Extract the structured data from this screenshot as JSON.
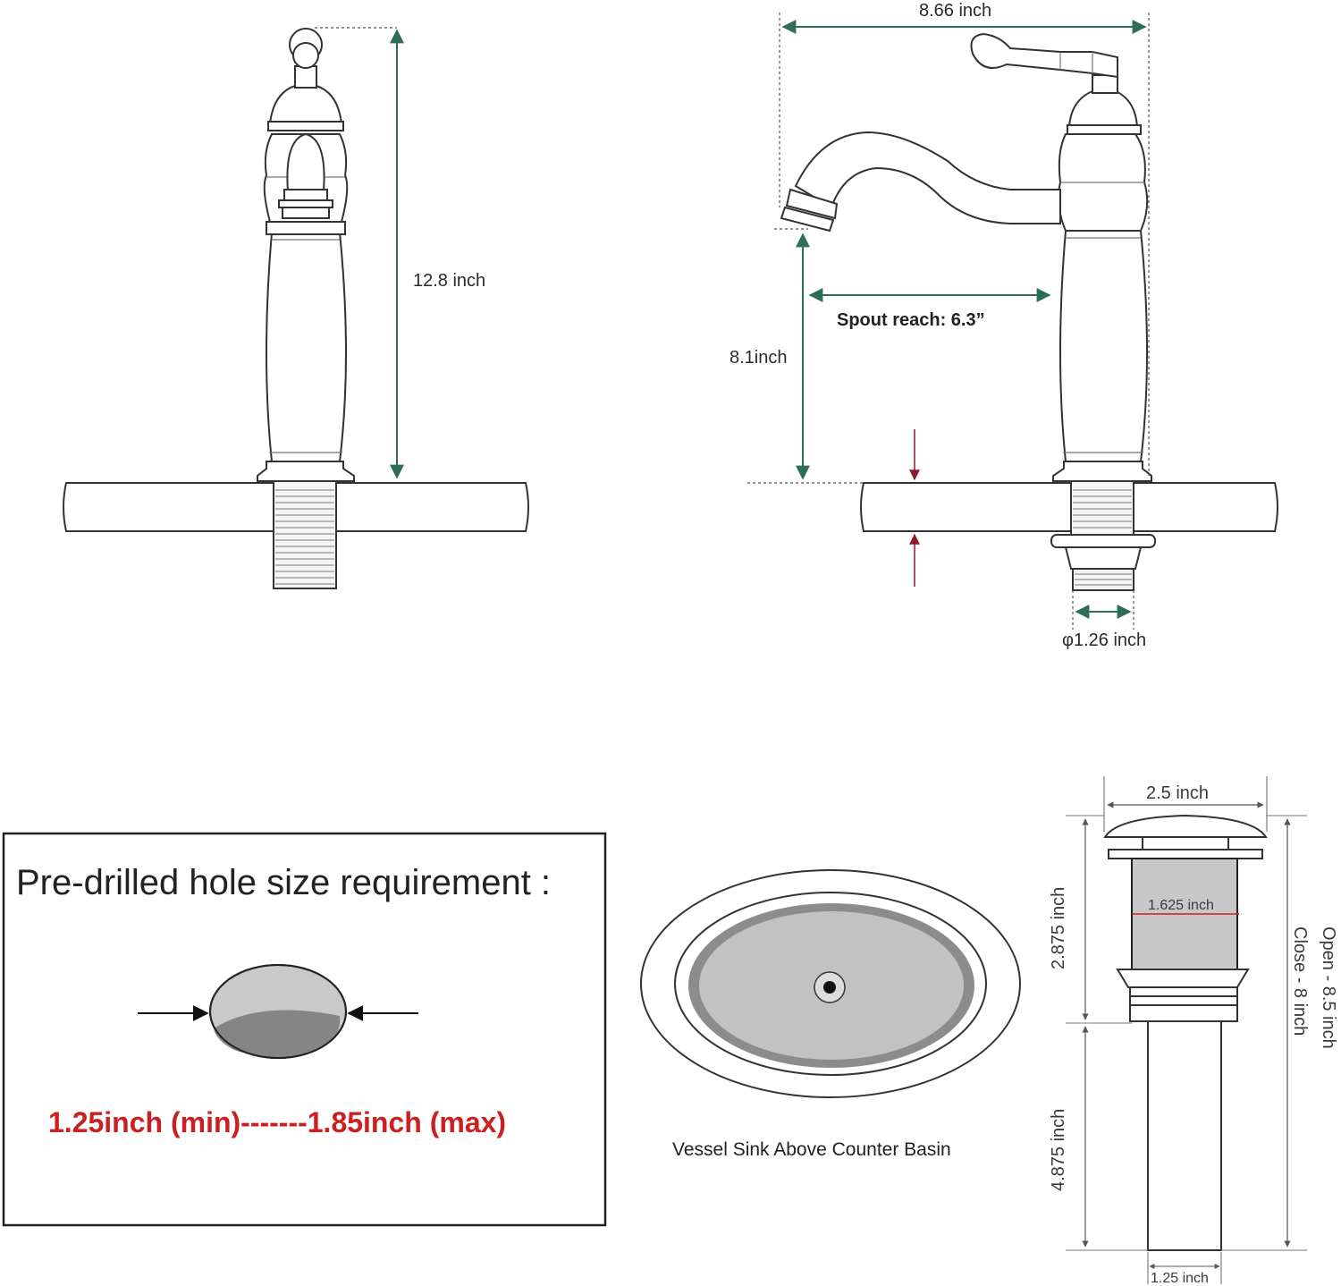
{
  "faucet_front": {
    "height_label": "12.8 inch"
  },
  "faucet_side": {
    "width_label": "8.66 inch",
    "spout_reach_label": "Spout reach: 6.3”",
    "spout_height_label": "8.1inch",
    "shank_diameter_label": "φ1.26 inch"
  },
  "hole_requirement": {
    "title": "Pre-drilled hole size requirement :",
    "range_label": "1.25inch (min)-------1.85inch (max)",
    "range_color": "#cc1f1f"
  },
  "vessel_sink": {
    "caption": "Vessel Sink Above Counter  Basin"
  },
  "drain": {
    "cap_width_label": "2.5 inch",
    "inner_width_label": "1.625 inch",
    "upper_height_label": "2.875 inch",
    "lower_height_label": "4.875 inch",
    "bottom_width_label": "1.25 inch",
    "open_label": "Open - 8.5 inch",
    "close_label": "Close - 8 inch"
  },
  "colors": {
    "dimension_arrow": "#2e6e54",
    "thickness_arrow": "#8b1a2a",
    "line": "#333333"
  }
}
